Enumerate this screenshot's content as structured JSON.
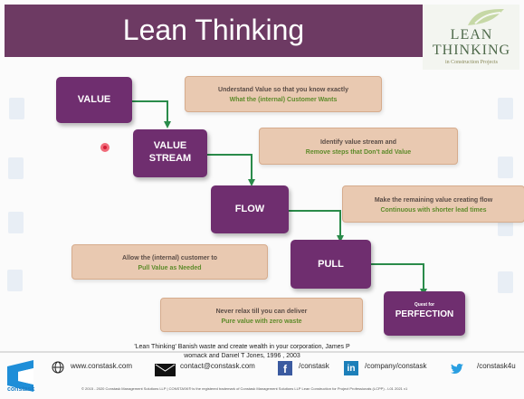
{
  "header": {
    "title": "Lean Thinking",
    "logo_line1": "LEAN",
    "logo_line2": "THINKING",
    "logo_subtitle": "in Construction Projects"
  },
  "steps": [
    {
      "label": "VALUE",
      "line1": "Understand Value so that you know exactly",
      "line2": "What the (internal) Customer Wants"
    },
    {
      "label_line1": "VALUE",
      "label_line2": "STREAM",
      "line1": "Identify value stream and",
      "line2": "Remove steps that Don't add Value"
    },
    {
      "label": "FLOW",
      "line1": "Make the remaining value creating flow",
      "line2": "Continuous with shorter lead times"
    },
    {
      "label": "PULL",
      "line1": "Allow the (internal) customer to",
      "line2": "Pull Value as Needed"
    },
    {
      "label_prefix": "Quest for",
      "label": "PERFECTION",
      "line1": "Never relax till you can deliver",
      "line2": "Pure value with zero waste"
    }
  ],
  "reference": {
    "line1": "'Lean Thinking' Banish waste and create wealth in your corporation, James P",
    "line2": "womack and Daniel T Jones, 1996 , 2003"
  },
  "footer": {
    "website": "www.constask.com",
    "email": "contact@constask.com",
    "facebook": "/constask",
    "linkedin": "/company/constask",
    "twitter": "/constask4u",
    "brand": "constask",
    "copyright": "© 2015 - 2020 Constask Management Solutions LLP | CONSTASK® is the registered trademark of Constask Management Solutions LLP  Lean Construction for Project Professionals (LCPP) - L01 2021 v1"
  },
  "colors": {
    "banner": "#6d3a63",
    "purple_box": "#6f2e6f",
    "tan_box": "#e9c9b1",
    "arrow": "#2a8b4a",
    "accent_green": "#5e8b2b"
  }
}
